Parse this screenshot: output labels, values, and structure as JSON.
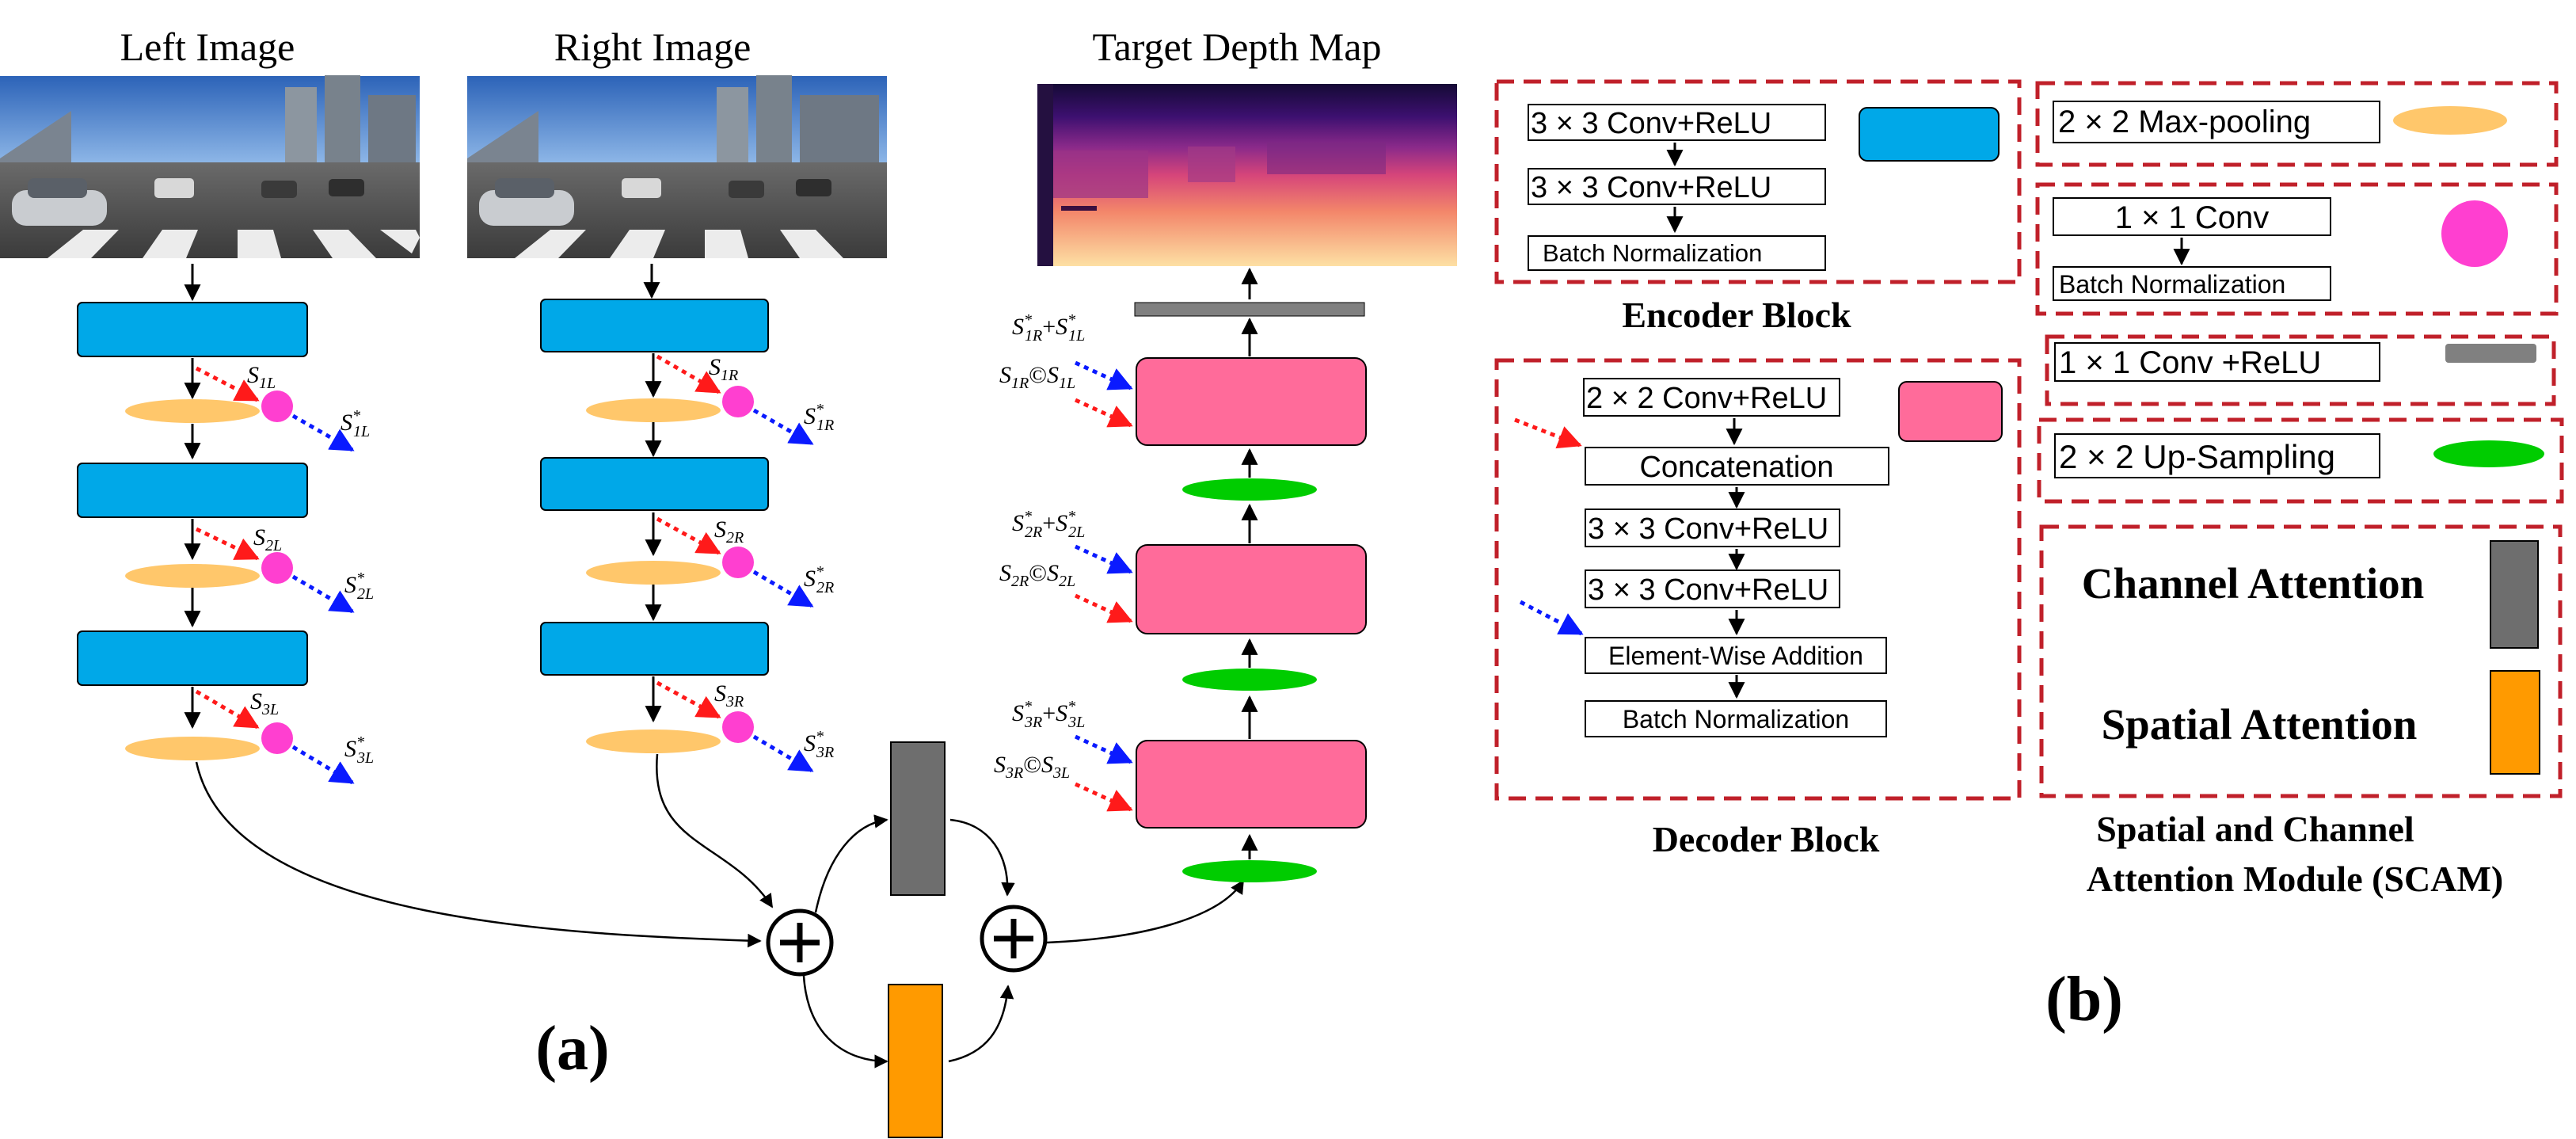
{
  "panel_a": {
    "label": "(a)",
    "left_title": "Left Image",
    "right_title": "Right Image",
    "depth_title": "Target Depth Map",
    "left_skips": [
      {
        "s": "S",
        "sub": "1L",
        "star": "S",
        "star_sub": "1L"
      },
      {
        "s": "S",
        "sub": "2L",
        "star": "S",
        "star_sub": "2L"
      },
      {
        "s": "S",
        "sub": "3L",
        "star": "S",
        "star_sub": "3L"
      }
    ],
    "right_skips": [
      {
        "s": "S",
        "sub": "1R",
        "star": "S",
        "star_sub": "1R"
      },
      {
        "s": "S",
        "sub": "2R",
        "star": "S",
        "star_sub": "2R"
      },
      {
        "s": "S",
        "sub": "3R",
        "star": "S",
        "star_sub": "3R"
      }
    ],
    "decoder_inputs": [
      {
        "plus_a": "1R",
        "plus_b": "1L",
        "concat_a": "1R",
        "concat_b": "1L"
      },
      {
        "plus_a": "2R",
        "plus_b": "2L",
        "concat_a": "2R",
        "concat_b": "2L"
      },
      {
        "plus_a": "3R",
        "plus_b": "3L",
        "concat_a": "3R",
        "concat_b": "3L"
      }
    ],
    "symbols": {
      "star": "*",
      "plus": "+",
      "concat": "©"
    }
  },
  "panel_b": {
    "label": "(b)",
    "encoder_block": {
      "title": "Encoder Block",
      "steps": [
        "3 × 3 Conv+ReLU",
        "3 × 3 Conv+ReLU",
        "Batch Normalization"
      ]
    },
    "decoder_block": {
      "title": "Decoder Block",
      "steps": [
        "2 × 2 Conv+ReLU",
        "Concatenation",
        "3 × 3 Conv+ReLU",
        "3 × 3 Conv+ReLU",
        "Element-Wise Addition",
        "Batch Normalization"
      ]
    },
    "maxpool": "2 × 2 Max-pooling",
    "conv1x1": {
      "steps": [
        "1 × 1 Conv",
        "Batch Normalization"
      ]
    },
    "conv1x1_relu": "1 × 1 Conv +ReLU",
    "upsampling": "2 × 2 Up-Sampling",
    "scam": {
      "channel_attention": "Channel Attention",
      "spatial_attention": "Spatial Attention",
      "title_line1": "Spatial and Channel",
      "title_line2": "Attention  Module (SCAM)"
    }
  },
  "colors": {
    "encoder_blue": "#00a8e8",
    "decoder_pink": "#ff6b9a",
    "pool_orange": "#ffc76b",
    "conv1x1_magenta": "#ff3fd0",
    "upsample_green": "#00cc00",
    "channel_gray": "#6e6e6e",
    "spatial_orange": "#ff9a00",
    "dashed_border": "#c0202a",
    "red_arrow": "#ff1a1a",
    "blue_arrow": "#0a1aff"
  }
}
